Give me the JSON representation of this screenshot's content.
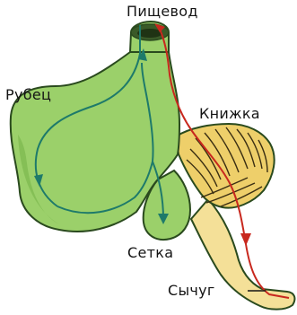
{
  "labels": {
    "esophagus": "Пищевод",
    "rumen": "Рубец",
    "omasum": "Книжка",
    "reticulum": "Сетка",
    "abomasum": "Сычуг"
  },
  "colors": {
    "stomach_green": "#9bd06a",
    "stomach_outline": "#2a4a1e",
    "abomasum_fill": "#f4e098",
    "omasum_fill": "#eecf6a",
    "path_red": "#c8281e",
    "path_teal": "#1e7a6a"
  }
}
